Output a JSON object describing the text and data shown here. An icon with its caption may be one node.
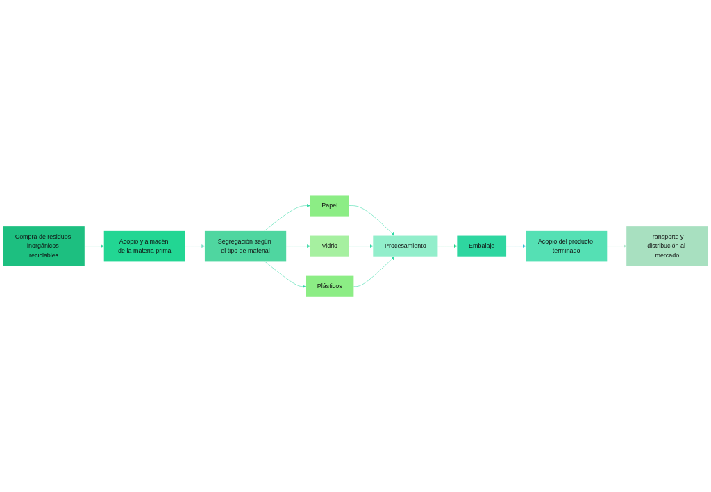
{
  "diagram": {
    "nodes": [
      {
        "text": [
          "Compra de residuos inorgánicos reciclables"
        ]
      },
      {
        "text": [
          "Acopio y almacén de la materia prima"
        ]
      },
      {
        "text": [
          "Segregación según el tipo de material"
        ]
      },
      {
        "text": [
          "Papel"
        ]
      },
      {
        "text": [
          "Vidrio"
        ]
      },
      {
        "text": [
          "Plásticos"
        ]
      },
      {
        "text": [
          "Procesamiento"
        ]
      },
      {
        "text": [
          "Embalaje"
        ]
      },
      {
        "text": [
          "Acopio del producto terminado"
        ]
      },
      {
        "text": [
          "Transporte y distribución al mercado"
        ]
      }
    ],
    "edges": [
      {
        "from": 0,
        "to": 1,
        "arrow": "to",
        "color": "#2ed8a0"
      },
      {
        "from": 1,
        "to": 2,
        "arrow": "to",
        "color": "#7fe0c8"
      },
      {
        "from": 2,
        "to": 3,
        "arrow": "to",
        "color": "#33d9a5"
      },
      {
        "from": 2,
        "to": 4,
        "arrow": "to",
        "color": "#33d9a5"
      },
      {
        "from": 2,
        "to": 5,
        "arrow": "to",
        "color": "#33d9a5"
      },
      {
        "from": 3,
        "to": 6,
        "arrow": "to",
        "color": "#33d9a5"
      },
      {
        "from": 4,
        "to": 6,
        "arrow": "to",
        "color": "#33d9a5"
      },
      {
        "from": 5,
        "to": 6,
        "arrow": "to",
        "color": "#33d9a5"
      },
      {
        "from": 6,
        "to": 7,
        "arrow": "to",
        "color": "#27d98a"
      },
      {
        "from": 7,
        "to": 8,
        "arrow": "to",
        "color": "#3cc5d0"
      },
      {
        "from": 8,
        "to": 9,
        "arrow": "to",
        "color": "#a8e6c8"
      }
    ]
  }
}
